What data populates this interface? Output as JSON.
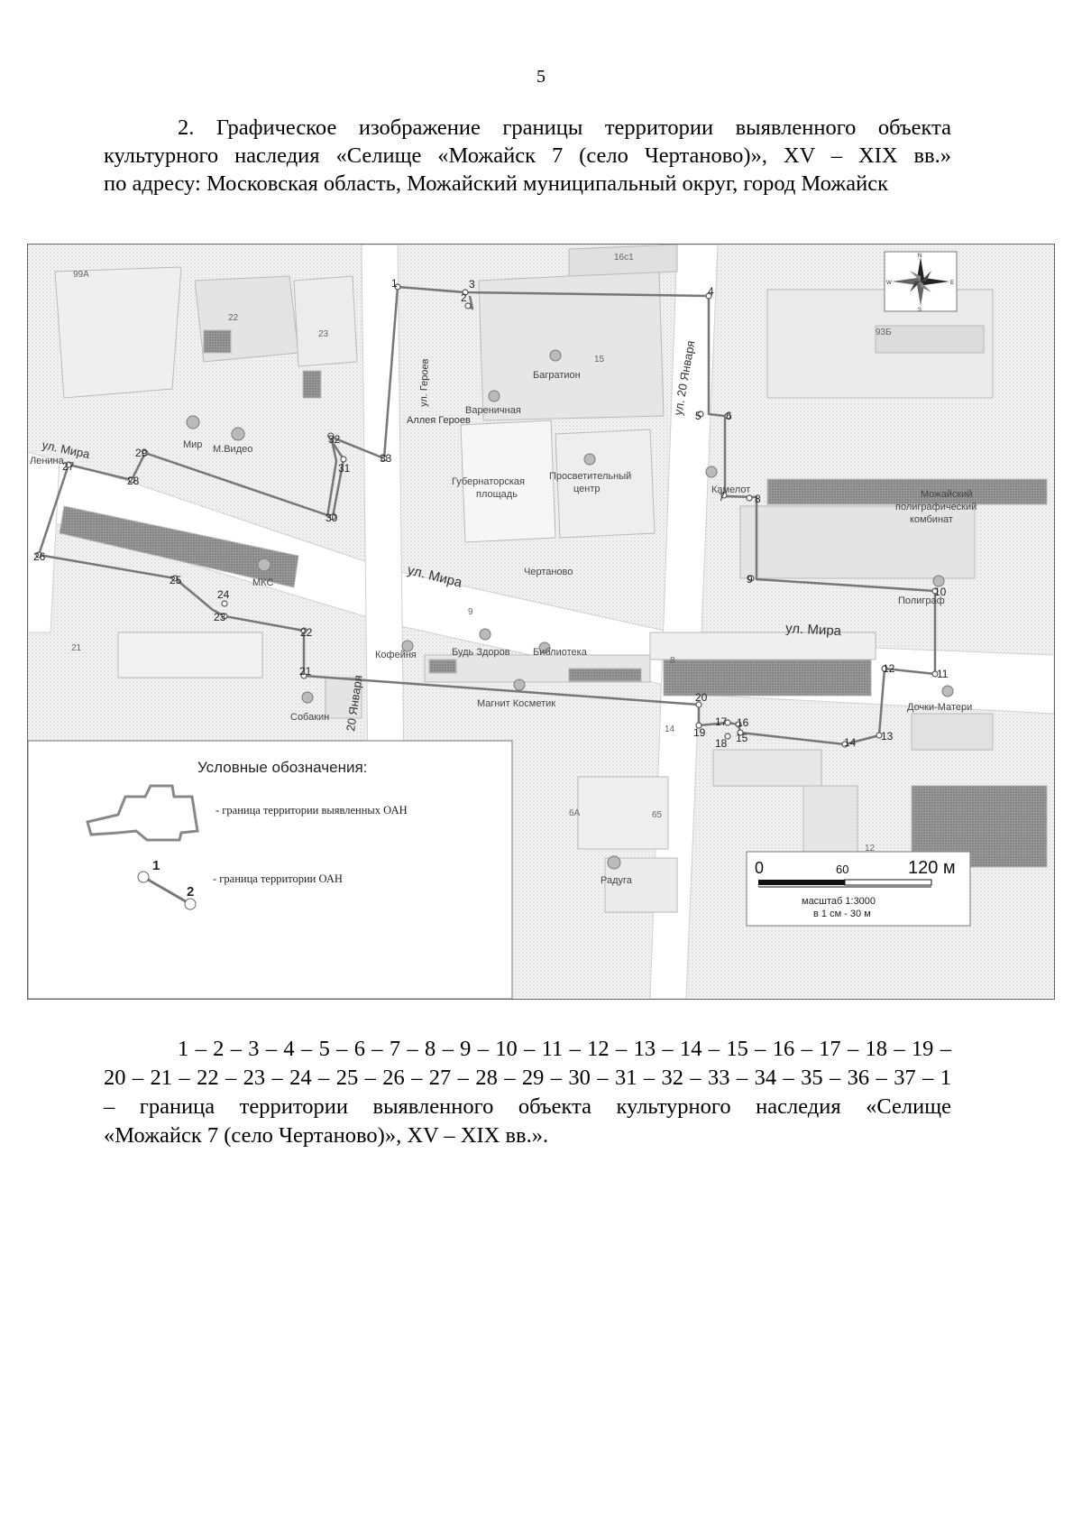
{
  "page_number": "5",
  "heading": {
    "line1": "2. Графическое изображение границы территории выявленного объекта",
    "line2": "культурного наследия «Селище «Можайск 7 (село Чертаново)», XV – XIX вв.»",
    "line3": "по адресу: Московская область, Можайский муниципальный округ, город Можайск"
  },
  "map": {
    "point_labels": [
      "1",
      "2",
      "3",
      "4",
      "5",
      "6",
      "7",
      "8",
      "9",
      "10",
      "11",
      "12",
      "13",
      "14",
      "15",
      "16",
      "17",
      "18",
      "19",
      "20",
      "21",
      "22",
      "23",
      "24",
      "25",
      "26",
      "27",
      "28",
      "29",
      "30",
      "31",
      "32",
      "33"
    ],
    "streets": {
      "mira_top_left": "ул. Мира",
      "mira_center": "ул. Мира",
      "mira_right": "ул. Мира",
      "jan20_top": "ул. 20 Января",
      "jan20_bottom": "20 Января",
      "geroev": "ул. Героев",
      "alleya": "Аллея Героев"
    },
    "places": {
      "bagration": "Багратион",
      "varenichnaya": "Вареничная",
      "gub_square_1": "Губернаторская",
      "gub_square_2": "площадь",
      "center_1": "Просветительный",
      "center_2": "центр",
      "mir": "Мир",
      "mvideo": "М.Видео",
      "mks": "МКС",
      "chertanovo": "Чертаново",
      "kafe": "Кофейня",
      "bud_zdorov": "Будь Здоров",
      "biblioteka": "Библиотека",
      "magnit": "Магнит Косметик",
      "combine_1": "Можайский",
      "combine_2": "полиграфический",
      "combine_3": "комбинат",
      "poligraf": "Полиграф",
      "dochki": "Дочки-Матери",
      "raduga": "Радуга",
      "sobakin": "Собакин",
      "kamelot": "Камелот",
      "lenina": "Ленина"
    },
    "building_numbers": {
      "b16c1": "16с1",
      "b15": "15",
      "b23": "23",
      "b22": "22",
      "b99a": "99А",
      "b93b": "93Б",
      "b21": "21",
      "b8": "8",
      "b6a": "6А",
      "b65": "65",
      "b12": "12",
      "b14": "14",
      "b9": "9"
    },
    "legend": {
      "title": "Условные обозначения:",
      "item1": "- граница территории выявленных ОАН",
      "item2": "- граница территории ОАН",
      "sample_label_1": "1",
      "sample_label_2": "2"
    },
    "scale": {
      "tick0": "0",
      "tick60": "60",
      "tick120": "120 м",
      "ratio": "масштаб 1:3000",
      "per_cm": "в 1 см - 30 м"
    },
    "compass": {
      "n": "N",
      "s": "S",
      "w": "W",
      "e": "E"
    }
  },
  "sequence": {
    "line1": "1 – 2 – 3 – 4 – 5 – 6 – 7 – 8 – 9 – 10 – 11 – 12 – 13 – 14 – 15 – 16 – 17 – 18 – 19 –",
    "line2": "20 – 21 – 22 – 23 – 24 – 25 – 26 – 27 – 28 – 29 – 30 – 31 – 32 – 33 – 34 – 35 – 36 – 37 – 1",
    "line3": "– граница территории выявленного объекта культурного наследия «Селище",
    "line4": "«Можайск 7 (село Чертаново)», XV – XIX вв.»."
  }
}
